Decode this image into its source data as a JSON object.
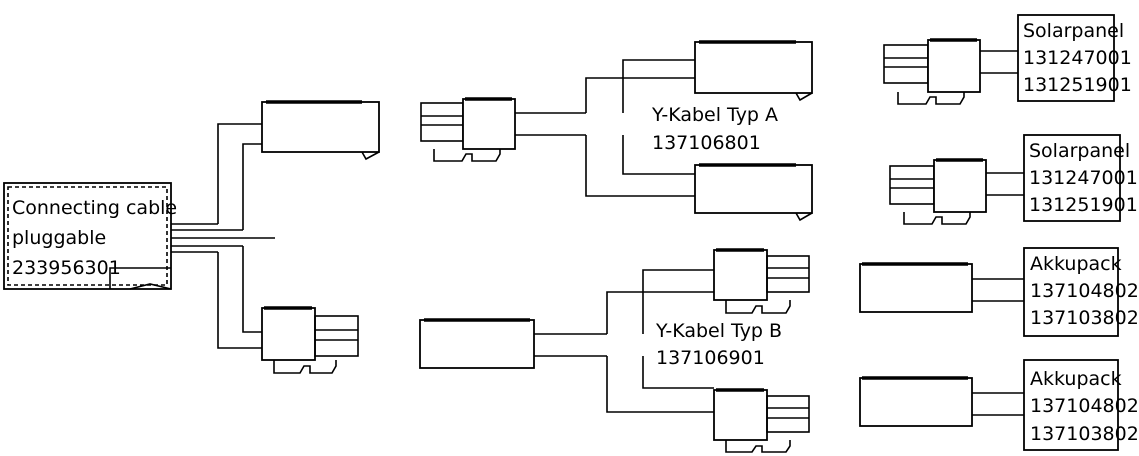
{
  "labels": {
    "connecting": [
      "Connecting cable",
      "pluggable",
      "233956301"
    ],
    "y_a": [
      "Y-Kabel Typ A",
      "137106801"
    ],
    "y_b": [
      "Y-Kabel Typ B",
      "137106901"
    ],
    "solar1": [
      "Solarpanel",
      "131247001",
      "131251901"
    ],
    "solar2": [
      "Solarpanel",
      "131247001",
      "131251901"
    ],
    "akku1": [
      "Akkupack",
      "137104802",
      "137103802"
    ],
    "akku2": [
      "Akkupack",
      "137104802",
      "137103802"
    ]
  }
}
